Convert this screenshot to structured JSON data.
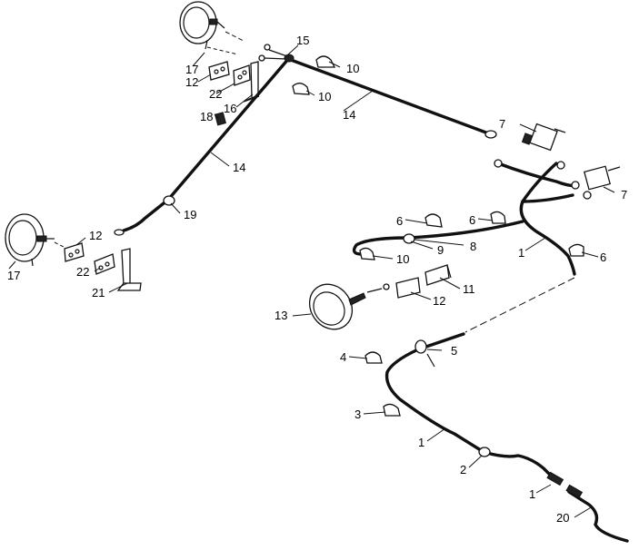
{
  "diagram": {
    "callouts": {
      "c1a": "1",
      "c1b": "1",
      "c1c": "1",
      "c2": "2",
      "c3": "3",
      "c4": "4",
      "c5": "5",
      "c6a": "6",
      "c6b": "6",
      "c6c": "6",
      "c7a": "7",
      "c7b": "7",
      "c8": "8",
      "c9": "9",
      "c10a": "10",
      "c10b": "10",
      "c10c": "10",
      "c11": "11",
      "c12a": "12",
      "c12b": "12",
      "c12c": "12",
      "c13": "13",
      "c14a": "14",
      "c14b": "14",
      "c15": "15",
      "c16": "16",
      "c17a": "17",
      "c17b": "17",
      "c18": "18",
      "c19": "19",
      "c20": "20",
      "c21": "21",
      "c22a": "22",
      "c22b": "22"
    }
  }
}
